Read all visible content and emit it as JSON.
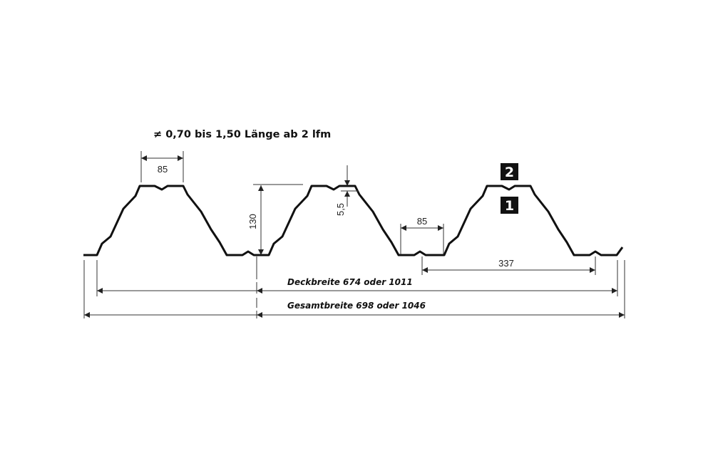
{
  "title": "≠ 0,70 bis 1,50 Länge ab 2 lfm",
  "dimensions": {
    "crest_width": "85",
    "height": "130",
    "notch_depth": "5,5",
    "valley_width": "85",
    "pitch": "337"
  },
  "widths": {
    "cover_width": "Deckbreite 674 oder 1011",
    "total_width": "Gesamtbreite 698 oder 1046"
  },
  "markers": {
    "top": "2",
    "bottom": "1"
  },
  "colors": {
    "profile": "#111111",
    "dimension": "#333333"
  }
}
